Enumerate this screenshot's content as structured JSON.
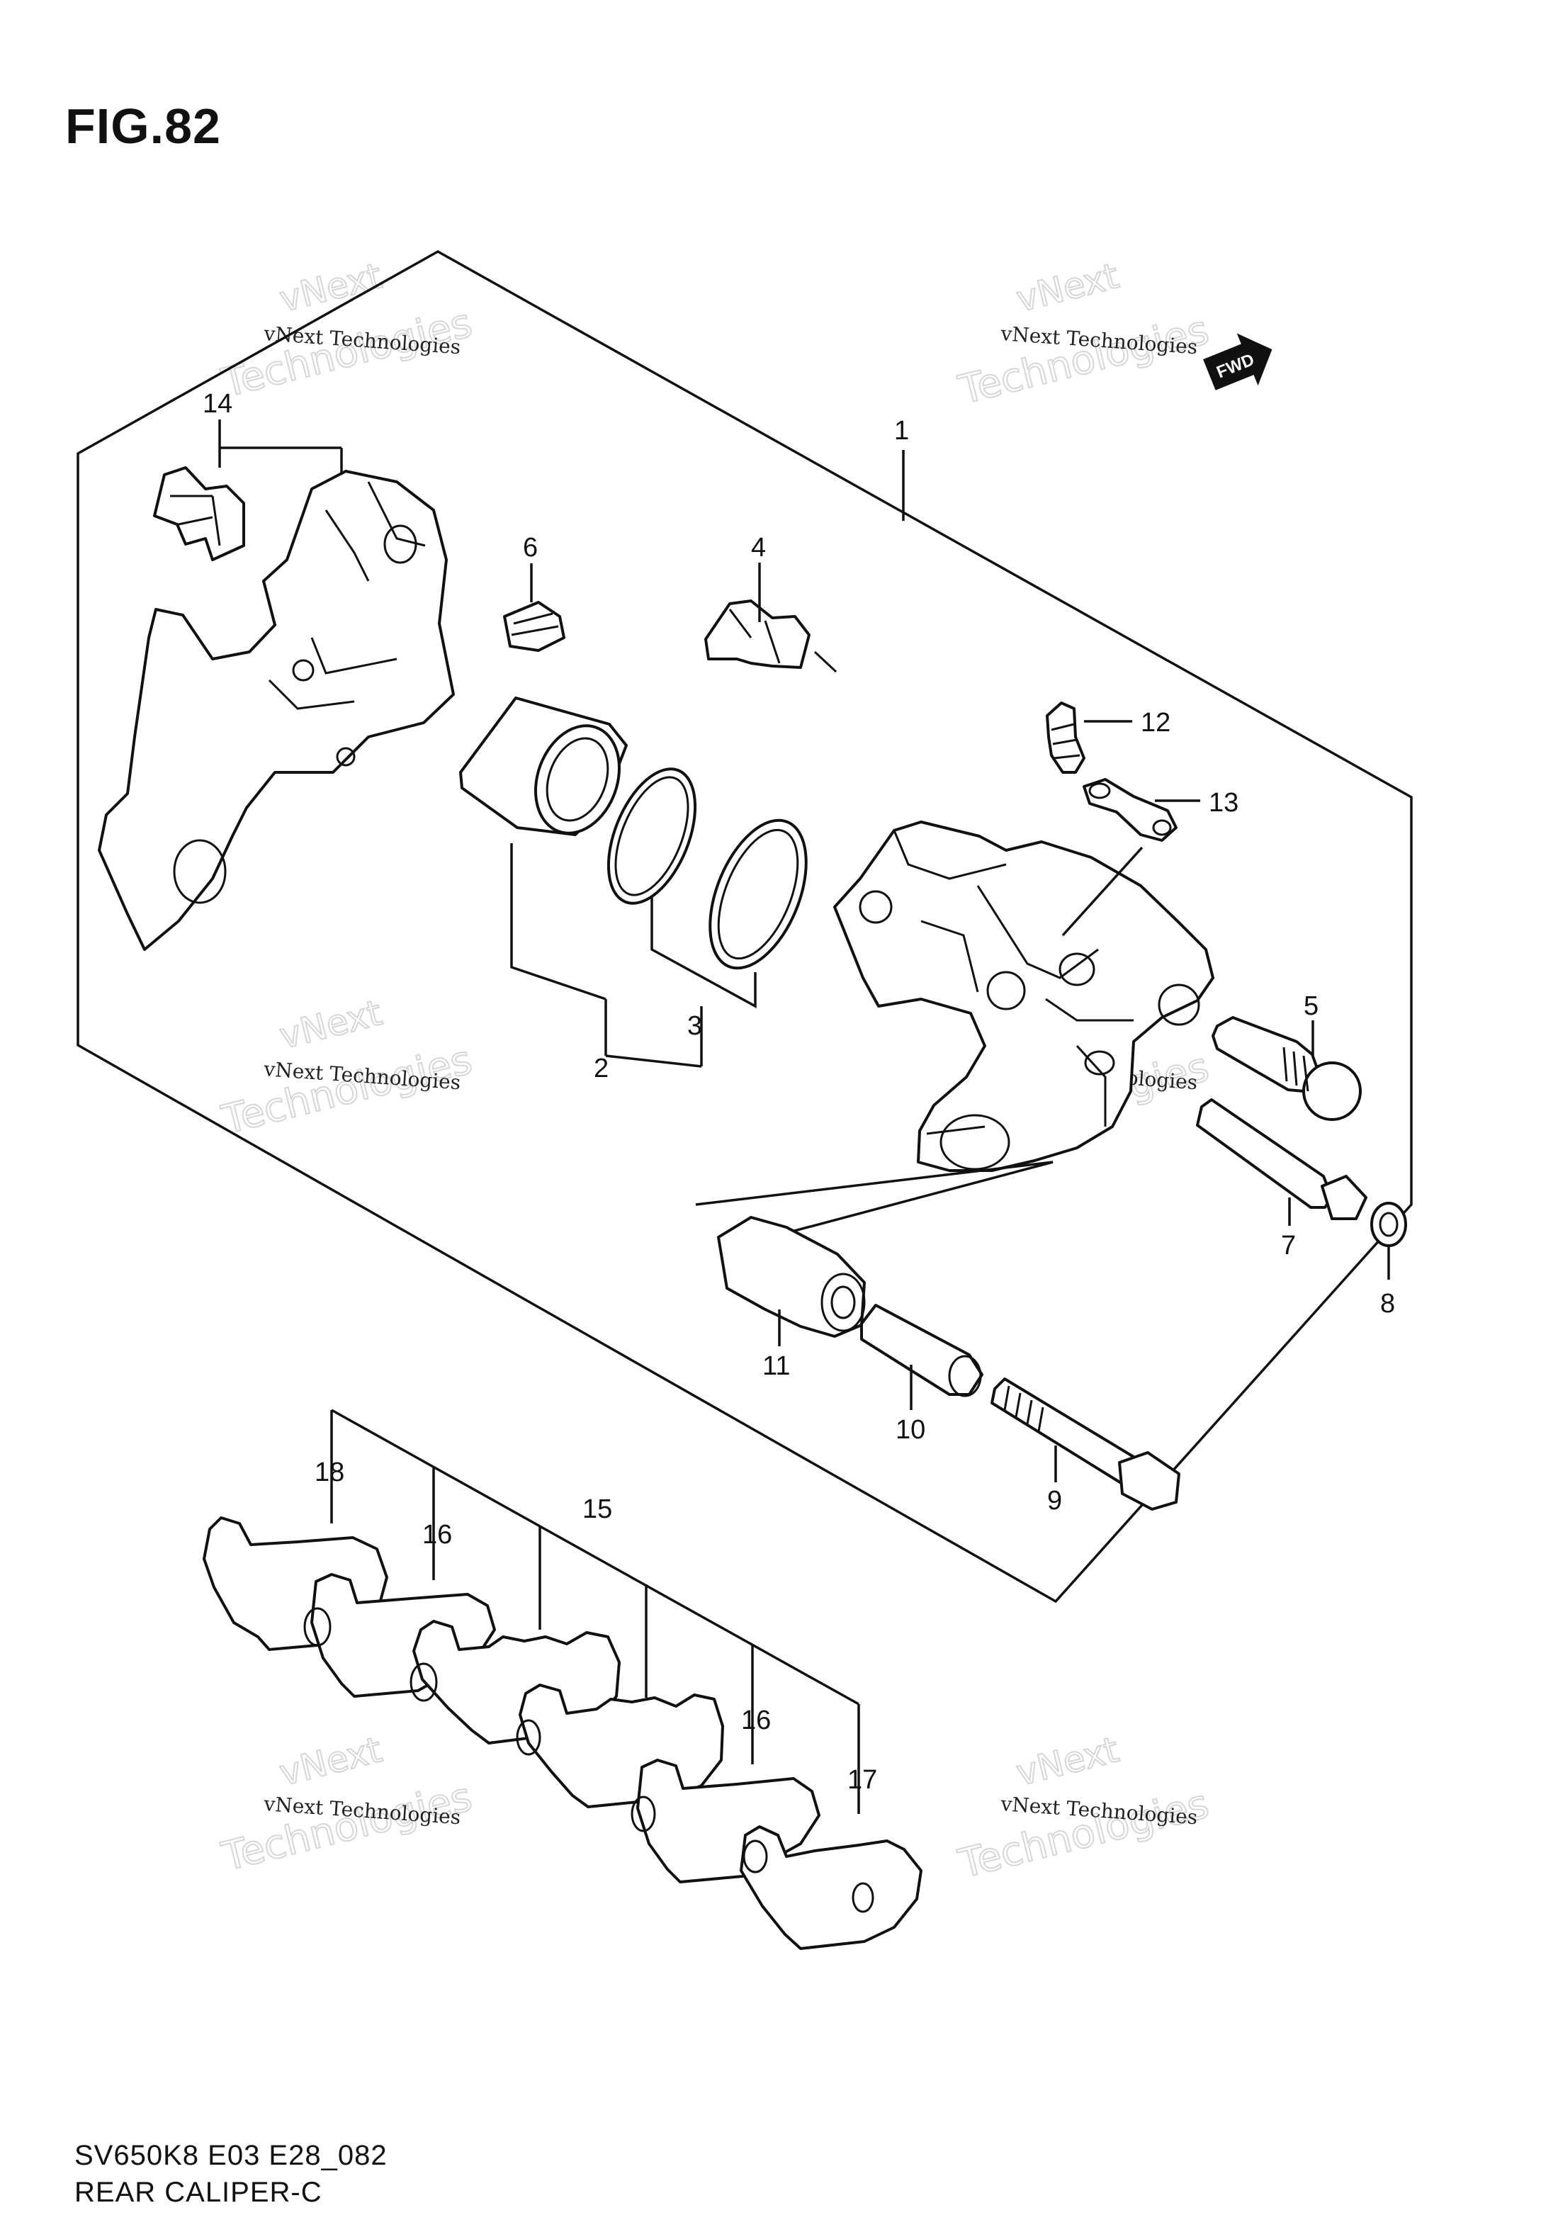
{
  "figure": {
    "title": "FIG.82",
    "code": "SV650K8 E03 E28_082",
    "caption": "REAR CALIPER-C",
    "fwd_label": "FWD"
  },
  "watermark": {
    "line1": "vNext Technologies",
    "line2": "vNext",
    "line3": "Technologies"
  },
  "callouts": [
    "1",
    "2",
    "3",
    "4",
    "5",
    "6",
    "7",
    "8",
    "9",
    "10",
    "11",
    "12",
    "13",
    "14",
    "15",
    "16",
    "16",
    "17",
    "18"
  ]
}
